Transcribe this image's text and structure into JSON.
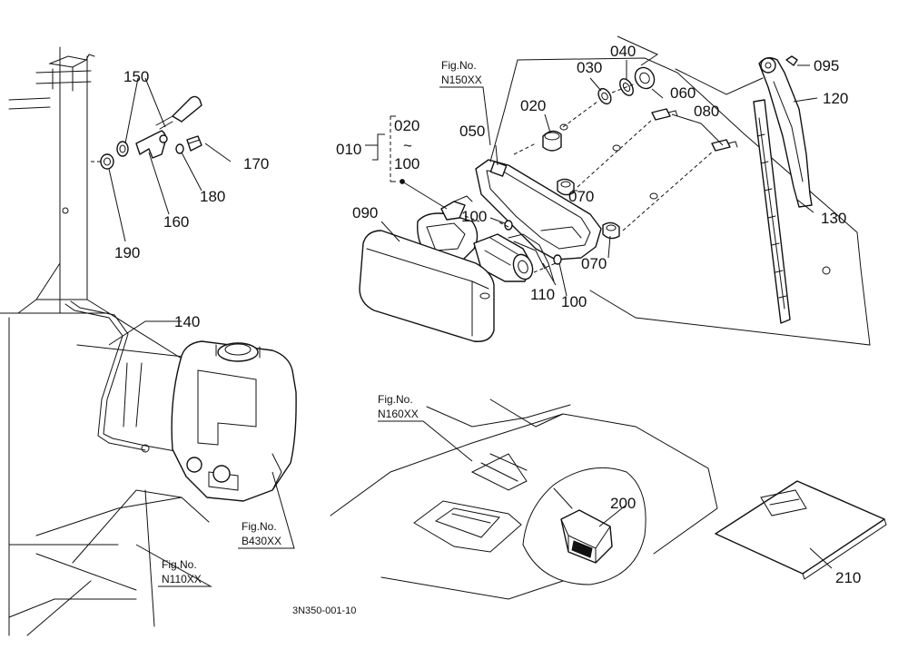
{
  "callouts": {
    "p010": "010",
    "p020_range": "020",
    "p020_range_tilde": "~",
    "p100_range": "100",
    "p020": "020",
    "p030": "030",
    "p040": "040",
    "p050": "050",
    "p060": "060",
    "p070a": "070",
    "p070b": "070",
    "p080": "080",
    "p090": "090",
    "p095": "095",
    "p100a": "100",
    "p100b": "100",
    "p110": "110",
    "p120": "120",
    "p130": "130",
    "p140": "140",
    "p150": "150",
    "p160": "160",
    "p170": "170",
    "p180": "180",
    "p190": "190",
    "p200": "200",
    "p210": "210"
  },
  "figure_refs": {
    "n150": {
      "line1": "Fig.No.",
      "line2": "N150XX"
    },
    "n160": {
      "line1": "Fig.No.",
      "line2": "N160XX"
    },
    "b430": {
      "line1": "Fig.No.",
      "line2": "B430XX"
    },
    "n110": {
      "line1": "Fig.No.",
      "line2": "N110XX"
    }
  },
  "drawing_code": "3N350-001-10"
}
